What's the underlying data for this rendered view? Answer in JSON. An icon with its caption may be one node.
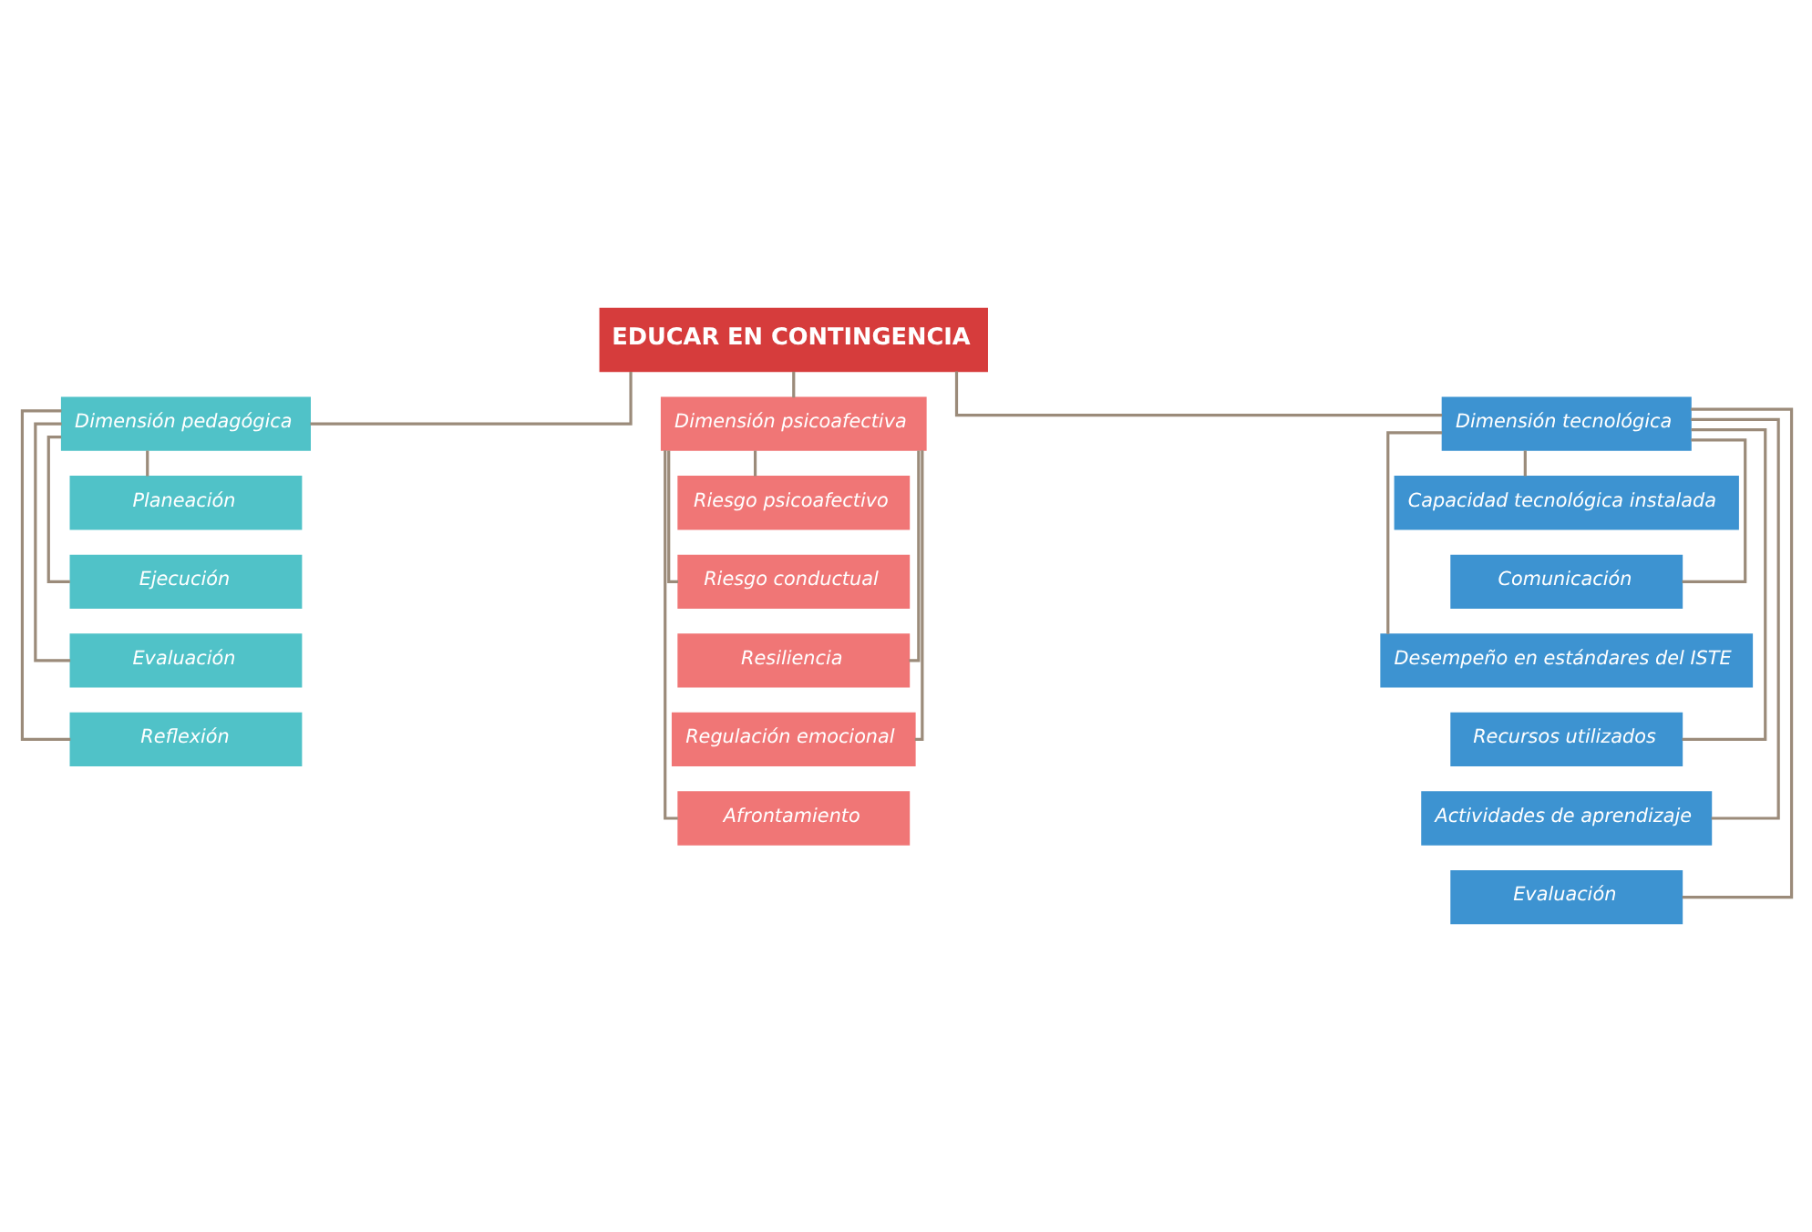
{
  "diagram": {
    "nodes": [
      {
        "text": [
          "EDUCAR EN CONTINGENCIA"
        ]
      },
      {
        "text": [
          "Dimensión pedagógica"
        ]
      },
      {
        "text": [
          "Planeación"
        ]
      },
      {
        "text": [
          "Ejecución"
        ]
      },
      {
        "text": [
          "Evaluación"
        ]
      },
      {
        "text": [
          "Reflexión"
        ]
      },
      {
        "text": [
          "Dimensión psicoafectiva"
        ]
      },
      {
        "text": [
          "Riesgo psicoafectivo"
        ]
      },
      {
        "text": [
          "Riesgo conductual"
        ]
      },
      {
        "text": [
          "Resiliencia"
        ]
      },
      {
        "text": [
          "Regulación emocional"
        ]
      },
      {
        "text": [
          "Afrontamiento"
        ]
      },
      {
        "text": [
          "Dimensión tecnológica"
        ]
      },
      {
        "text": [
          "Capacidad tecnológica instalada"
        ]
      },
      {
        "text": [
          "Comunicación"
        ]
      },
      {
        "text": [
          "Desempeño en estándares del ISTE"
        ]
      },
      {
        "text": [
          "Recursos utilizados"
        ]
      },
      {
        "text": [
          "Actividades de aprendizaje"
        ]
      },
      {
        "text": [
          "Evaluación"
        ]
      }
    ],
    "edges": [
      {
        "from": 0,
        "to": 1,
        "arrow": "none"
      },
      {
        "from": 0,
        "to": 6,
        "arrow": "none"
      },
      {
        "from": 0,
        "to": 12,
        "arrow": "none"
      },
      {
        "from": 1,
        "to": 2,
        "arrow": "none"
      },
      {
        "from": 1,
        "to": 3,
        "arrow": "none"
      },
      {
        "from": 1,
        "to": 4,
        "arrow": "none"
      },
      {
        "from": 1,
        "to": 5,
        "arrow": "none"
      },
      {
        "from": 6,
        "to": 7,
        "arrow": "none"
      },
      {
        "from": 6,
        "to": 8,
        "arrow": "none"
      },
      {
        "from": 6,
        "to": 9,
        "arrow": "none"
      },
      {
        "from": 6,
        "to": 10,
        "arrow": "none"
      },
      {
        "from": 6,
        "to": 11,
        "arrow": "none"
      },
      {
        "from": 12,
        "to": 13,
        "arrow": "none"
      },
      {
        "from": 12,
        "to": 14,
        "arrow": "none"
      },
      {
        "from": 12,
        "to": 15,
        "arrow": "none"
      },
      {
        "from": 12,
        "to": 16,
        "arrow": "none"
      },
      {
        "from": 12,
        "to": 17,
        "arrow": "none"
      },
      {
        "from": 12,
        "to": 18,
        "arrow": "none"
      }
    ]
  }
}
